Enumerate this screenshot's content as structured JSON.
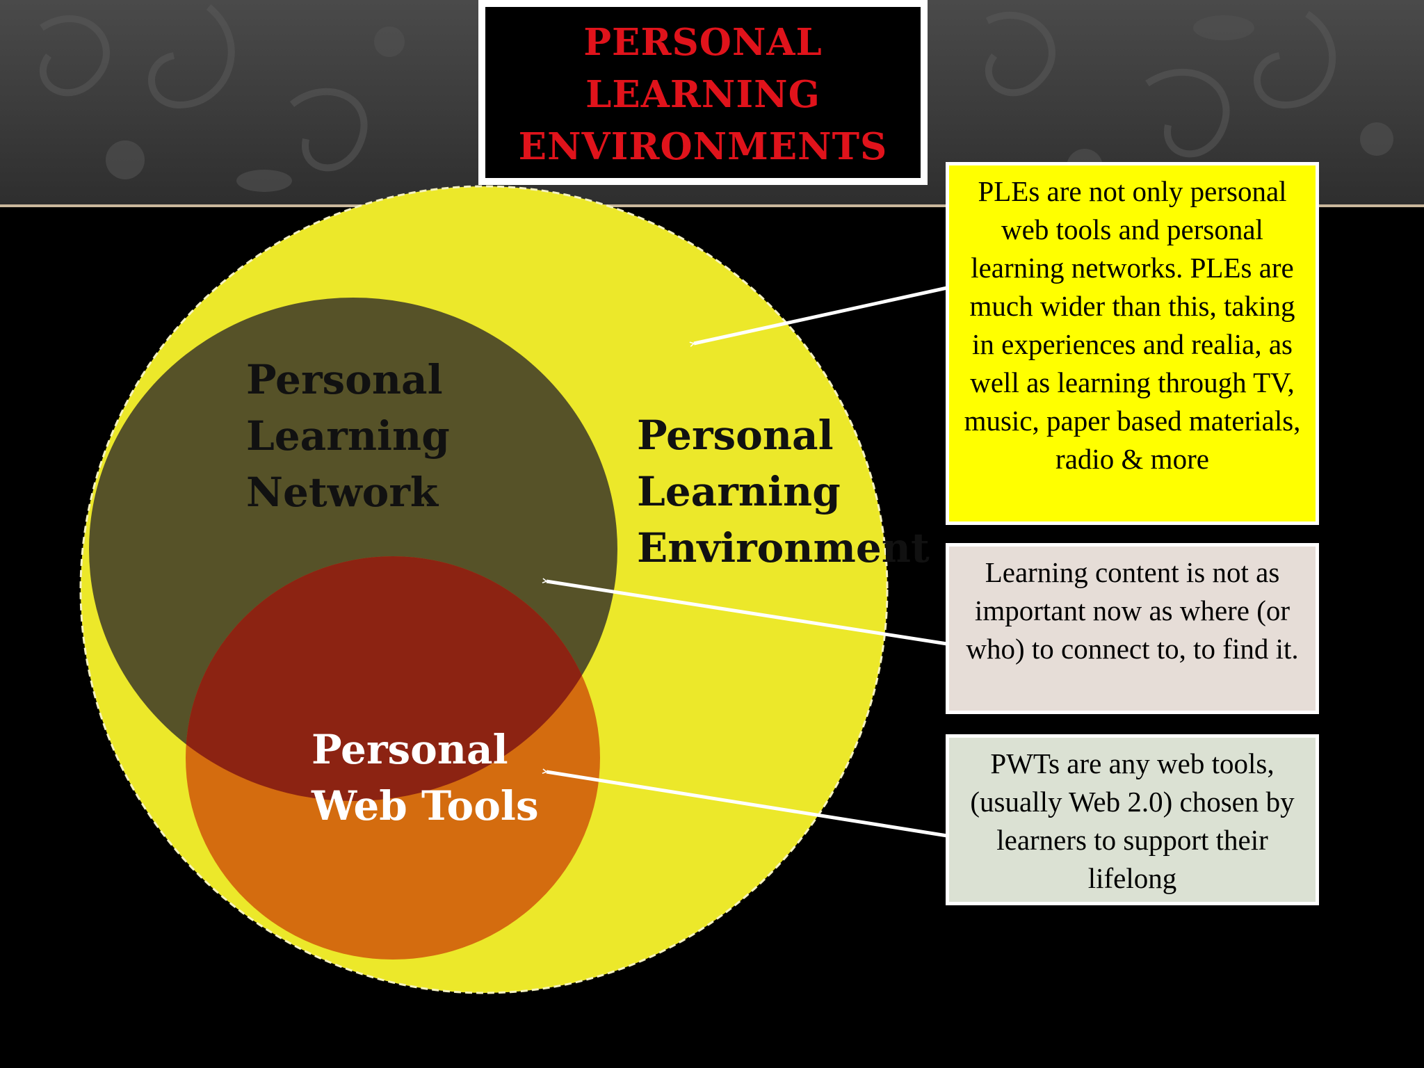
{
  "title": "PERSONAL\nLEARNING\nENVIRONMENTS",
  "diagram": {
    "regions": {
      "environment": "Personal\nLearning\nEnvironment",
      "network": "Personal\nLearning\nNetwork",
      "web_tools": "Personal\nWeb Tools"
    },
    "colors": {
      "environment_fill": "#ece82a",
      "network_fill": "#565228",
      "web_tools_fill": "#d46c0f",
      "overlap_fill": "#8c2312",
      "title_text": "#e0131b"
    }
  },
  "callouts": [
    {
      "id": "ple",
      "text": "PLEs are not only personal web tools and personal learning networks. PLEs are much wider than this, taking in experiences and realia, as well as learning through TV, music, paper based materials, radio & more",
      "bg": "#ffff00"
    },
    {
      "id": "pln",
      "text": "Learning content is not as important now as where (or who) to connect to, to find it.",
      "bg": "#e6ddd7"
    },
    {
      "id": "pwt",
      "text": "PWTs are any web tools, (usually Web 2.0) chosen by learners to support their lifelong",
      "bg": "#dbe1d3"
    }
  ]
}
